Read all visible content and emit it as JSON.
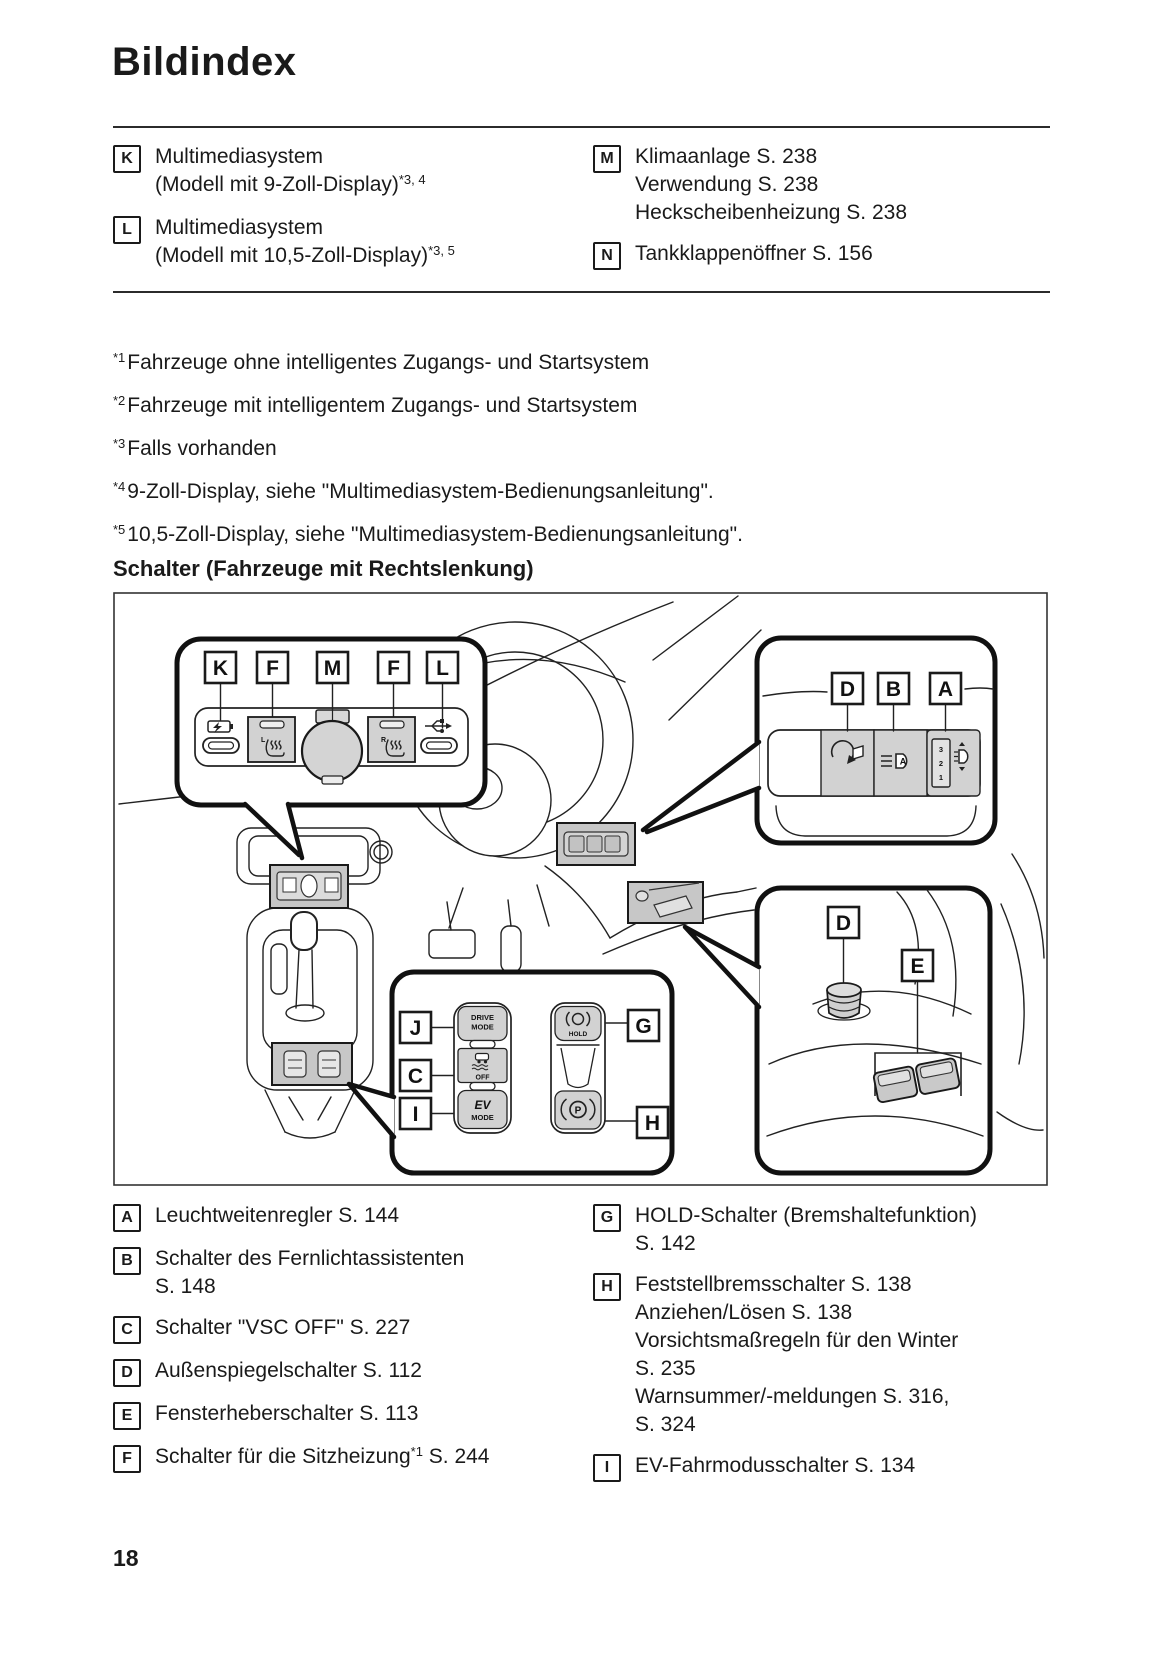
{
  "page": {
    "title": "Bildindex",
    "section_heading": "Schalter (Fahrzeuge mit Rechtslenkung)",
    "page_number": "18"
  },
  "top_list": {
    "left": [
      {
        "key": "K",
        "lines": [
          [
            {
              "t": "Multimediasystem"
            }
          ],
          [
            {
              "t": "(Modell mit 9-Zoll-Display)"
            },
            {
              "s": "*3, 4"
            }
          ]
        ]
      },
      {
        "key": "L",
        "lines": [
          [
            {
              "t": "Multimediasystem"
            }
          ],
          [
            {
              "t": "(Modell mit 10,5-Zoll-Display)"
            },
            {
              "s": "*3, 5"
            }
          ]
        ]
      }
    ],
    "right": [
      {
        "key": "M",
        "lines": [
          [
            {
              "t": "Klimaanlage S. 238"
            }
          ],
          [
            {
              "t": "Verwendung S. 238"
            }
          ],
          [
            {
              "t": "Heckscheibenheizung S. 238"
            }
          ]
        ]
      },
      {
        "key": "N",
        "lines": [
          [
            {
              "t": "Tankklappenöffner S. 156"
            }
          ]
        ]
      }
    ]
  },
  "footnotes": [
    {
      "marker": "*1",
      "text": "Fahrzeuge ohne intelligentes Zugangs- und Startsystem"
    },
    {
      "marker": "*2",
      "text": "Fahrzeuge mit intelligentem Zugangs- und Startsystem"
    },
    {
      "marker": "*3",
      "text": "Falls vorhanden"
    },
    {
      "marker": "*4",
      "text": "9-Zoll-Display, siehe \"Multimediasystem-Bedienungsanleitung\"."
    },
    {
      "marker": "*5",
      "text": "10,5-Zoll-Display, siehe \"Multimediasystem-Bedienungsanleitung\"."
    }
  ],
  "bottom_list": {
    "left": [
      {
        "key": "A",
        "lines": [
          [
            {
              "t": "Leuchtweitenregler S. 144"
            }
          ]
        ]
      },
      {
        "key": "B",
        "lines": [
          [
            {
              "t": "Schalter des Fernlichtassistenten"
            }
          ],
          [
            {
              "t": "S. 148"
            }
          ]
        ]
      },
      {
        "key": "C",
        "lines": [
          [
            {
              "t": "Schalter \"VSC OFF\" S. 227"
            }
          ]
        ]
      },
      {
        "key": "D",
        "lines": [
          [
            {
              "t": "Außenspiegelschalter S. 112"
            }
          ]
        ]
      },
      {
        "key": "E",
        "lines": [
          [
            {
              "t": "Fensterheberschalter S. 113"
            }
          ]
        ]
      },
      {
        "key": "F",
        "lines": [
          [
            {
              "t": "Schalter für die Sitzheizung"
            },
            {
              "s": "*1"
            },
            {
              "t": " S. 244"
            }
          ]
        ]
      }
    ],
    "right": [
      {
        "key": "G",
        "lines": [
          [
            {
              "t": "HOLD-Schalter (Bremshaltefunktion)"
            }
          ],
          [
            {
              "t": "S. 142"
            }
          ]
        ]
      },
      {
        "key": "H",
        "lines": [
          [
            {
              "t": "Feststellbremsschalter S. 138"
            }
          ],
          [
            {
              "t": "Anziehen/Lösen S. 138"
            }
          ],
          [
            {
              "t": "Vorsichtsmaßregeln für den Winter"
            }
          ],
          [
            {
              "t": "S. 235"
            }
          ],
          [
            {
              "t": "Warnsummer/-meldungen S. 316,"
            }
          ],
          [
            {
              "t": "S. 324"
            }
          ]
        ]
      },
      {
        "key": "I",
        "lines": [
          [
            {
              "t": "EV-Fahrmodusschalter S. 134"
            }
          ]
        ]
      }
    ]
  },
  "diagram": {
    "labels": {
      "console_top": [
        "K",
        "F",
        "M",
        "F",
        "L"
      ],
      "dash": [
        "D",
        "B",
        "A"
      ],
      "console": [
        "J",
        "C",
        "I"
      ],
      "brake": [
        "G",
        "H"
      ],
      "door": [
        "D",
        "E"
      ]
    },
    "switches": {
      "drive_line1": "DRIVE",
      "drive_line2": "MODE",
      "vsc": "OFF",
      "ev": "EV",
      "ev_mode": "MODE",
      "hold": "HOLD",
      "park": "P",
      "seat_left": "L",
      "seat_right": "R",
      "beam_auto": "A",
      "dial": [
        "3",
        "2",
        "1"
      ]
    },
    "colors": {
      "highlight_panel": "#c7c7c7",
      "switch_fill": "#d2d2d2",
      "line": "#1a1a1a"
    },
    "icons": [
      "usb-charge-icon",
      "seat-heater-icon",
      "climate-dial-icon",
      "usb-port-icon",
      "mirror-fold-icon",
      "auto-high-beam-icon",
      "headlight-leveling-icon",
      "vsc-off-icon",
      "brake-hold-icon",
      "parking-brake-icon",
      "mirror-adjust-knob-icon",
      "window-switch-icon"
    ]
  }
}
